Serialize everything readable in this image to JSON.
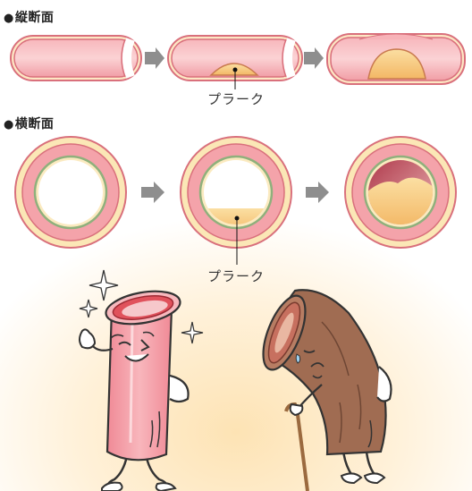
{
  "sections": {
    "longitudinal": {
      "bullet": "●",
      "title": "縦断面"
    },
    "cross": {
      "bullet": "●",
      "title": "横断面"
    }
  },
  "labels": {
    "plaque_longitudinal": "プラーク",
    "plaque_cross": "プラーク"
  },
  "colors": {
    "vessel_pink": "#f4a3aa",
    "vessel_outline": "#d9707c",
    "ring_outer": "#f9e7b0",
    "plaque": "#f6c57e",
    "arrow": "#8e8e8e",
    "healthy_character": "#f2a0a8",
    "aged_character": "#9a6a52"
  }
}
